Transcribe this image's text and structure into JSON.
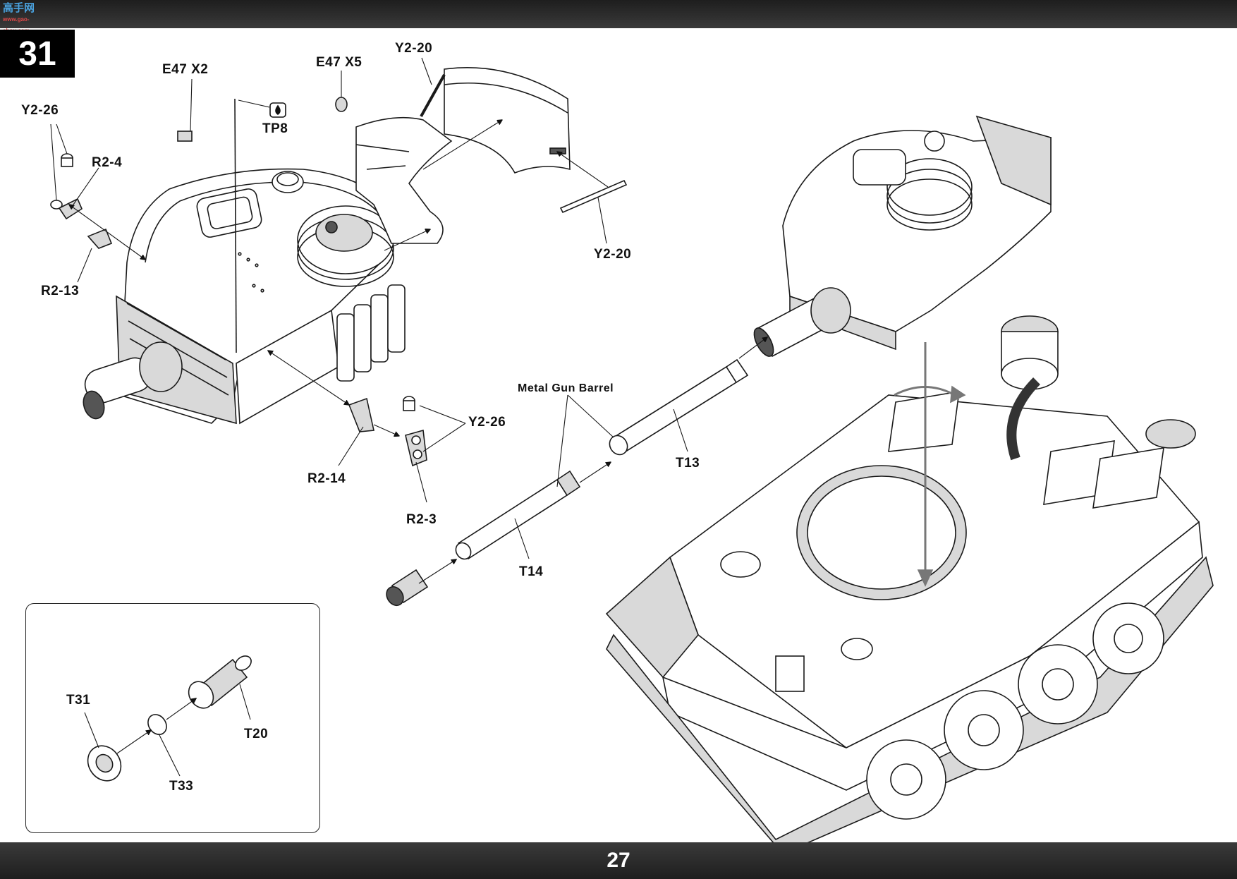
{
  "watermark": {
    "text": "高手网",
    "sub": "www.gao-shou.com"
  },
  "step_number": "31",
  "page_number": "27",
  "callouts": {
    "e47_x2": "E47 X2",
    "e47_x5": "E47 X5",
    "tp8": "TP8",
    "y2_26_left": "Y2-26",
    "r2_4": "R2-4",
    "r2_13": "R2-13",
    "y2_20_top": "Y2-20",
    "y2_20_right": "Y2-20",
    "y2_26_right": "Y2-26",
    "r2_14": "R2-14",
    "r2_3": "R2-3",
    "metal_gun_barrel": "Metal Gun Barrel",
    "t13": "T13",
    "t14": "T14"
  },
  "inset": {
    "t31": "T31",
    "t20": "T20",
    "t33": "T33"
  },
  "icons": {
    "glue": "glue-drop-icon",
    "rotate": "rotation-arrow-icon"
  }
}
